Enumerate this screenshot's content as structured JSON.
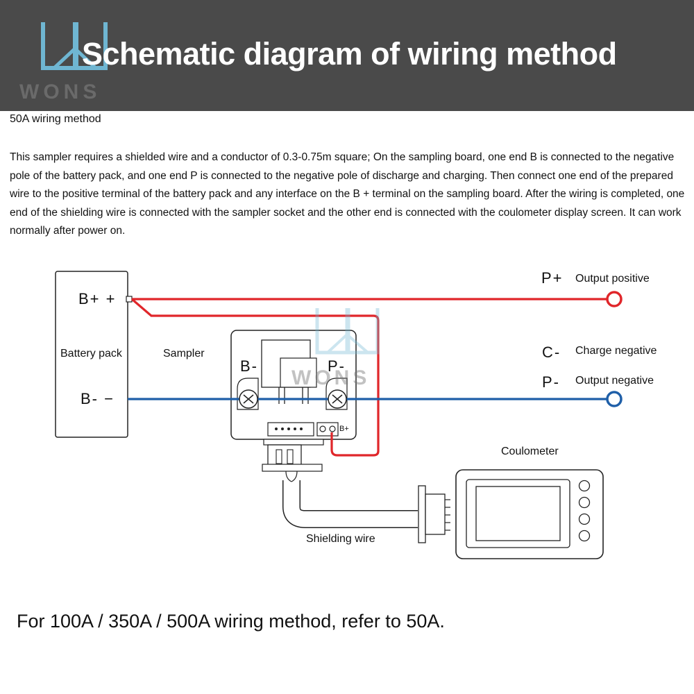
{
  "header": {
    "title": "Schematic diagram of wiring method",
    "logo_text": "WONS"
  },
  "subtitle": "50A wiring method",
  "description": "This sampler requires a shielded wire and a conductor of 0.3-0.75m square; On the sampling board, one end B is connected to the negative pole of the battery pack, and one end P is connected to the negative pole of discharge and charging. Then connect one end of the prepared wire to the positive terminal of the battery pack and any interface on the B + terminal on the sampling board. After the wiring is completed, one end of the shielding wire is connected with the sampler socket and the other end is connected with the coulometer display screen. It can work normally after power on.",
  "diagram": {
    "battery_label": "Battery pack",
    "battery_pos": "B+ +",
    "battery_neg": "B- −",
    "sampler_label": "Sampler",
    "sampler_b_minus": "B-",
    "sampler_p_minus": "P-",
    "sampler_b_plus": "B+",
    "p_plus_symbol": "P+",
    "output_positive": "Output positive",
    "c_minus_symbol": "C-",
    "charge_negative": "Charge negative",
    "p_minus_symbol": "P-",
    "output_negative": "Output negative",
    "coulometer_label": "Coulometer",
    "shielding_wire_label": "Shielding wire",
    "watermark_text": "WONS",
    "colors": {
      "positive_wire": "#e0262a",
      "negative_wire": "#1f5fa8",
      "banner": "#4a4a4a",
      "logo": "#6fb6d2"
    }
  },
  "footer_note": "For 100A / 350A / 500A wiring method, refer to 50A."
}
